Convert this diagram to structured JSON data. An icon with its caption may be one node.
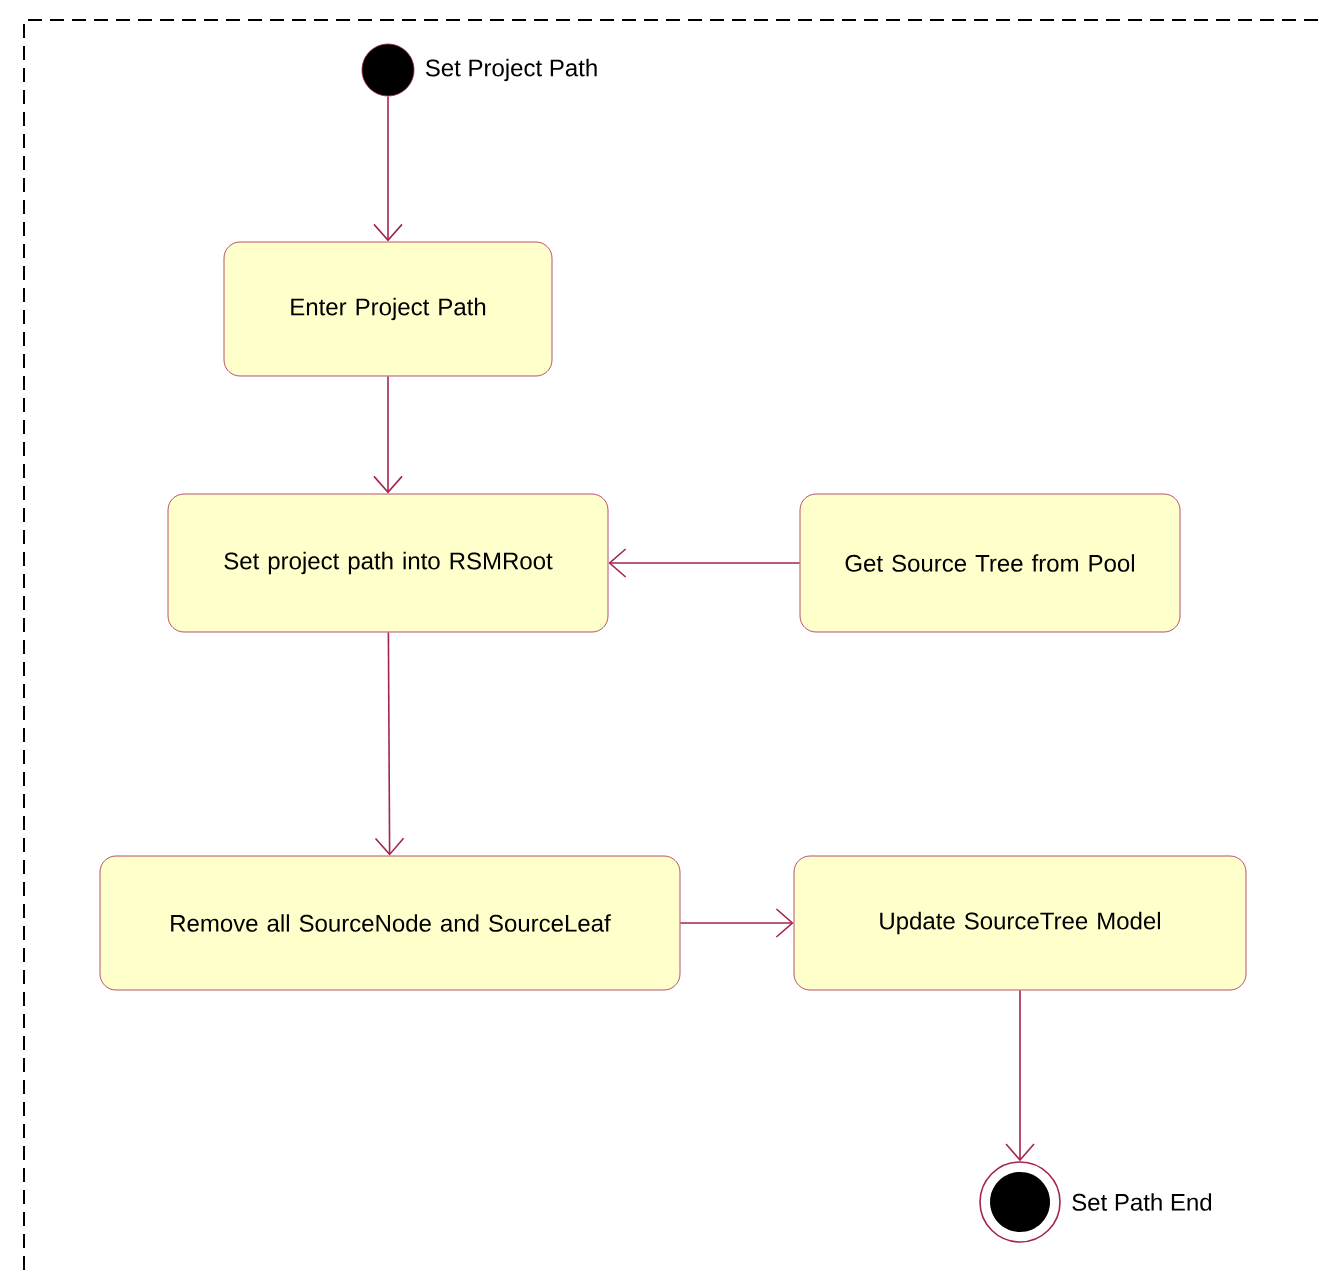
{
  "diagram": {
    "nodes": [
      {
        "text": [],
        "shape": "circle",
        "beside": [
          "Set Project Path"
        ]
      },
      {
        "text": [
          "Enter Project Path"
        ]
      },
      {
        "text": [
          "Set project path into RSMRoot"
        ]
      },
      {
        "text": [
          "Get Source Tree from Pool"
        ]
      },
      {
        "text": [
          "Remove all SourceNode and SourceLeaf"
        ]
      },
      {
        "text": [
          "Update SourceTree Model"
        ]
      },
      {
        "text": [],
        "shape": "bullseye",
        "beside": [
          "Set Path End"
        ]
      }
    ],
    "edges": [
      {
        "from": 0,
        "to": 1,
        "arrow": "to"
      },
      {
        "from": 1,
        "to": 2,
        "arrow": "to"
      },
      {
        "from": 3,
        "to": 2,
        "arrow": "to"
      },
      {
        "from": 2,
        "to": 4,
        "arrow": "to"
      },
      {
        "from": 4,
        "to": 5,
        "arrow": "to"
      },
      {
        "from": 5,
        "to": 6,
        "arrow": "to"
      }
    ]
  }
}
